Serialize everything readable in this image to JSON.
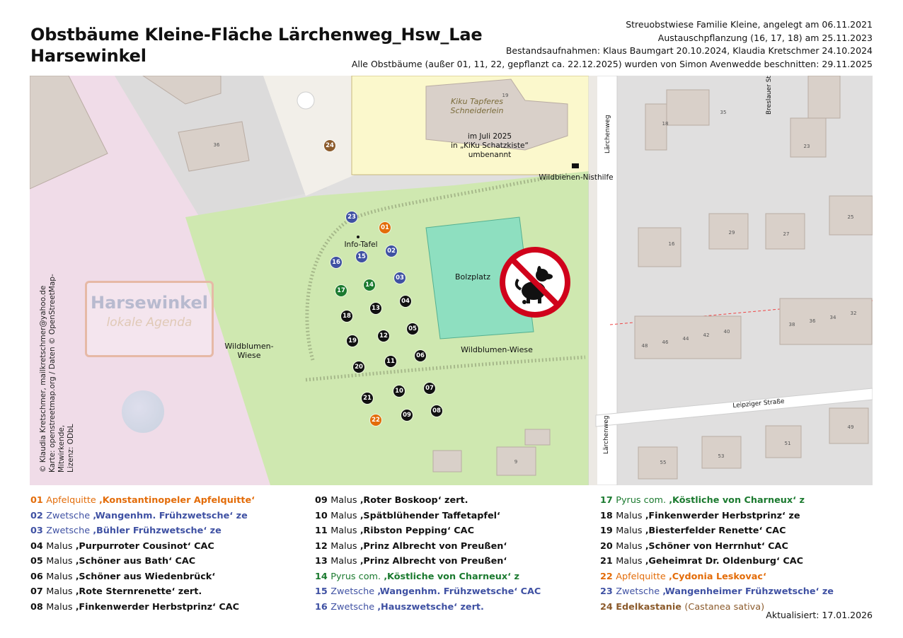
{
  "title": {
    "line1": "Obstbäume Kleine-Fläche Lärchenweg_Hsw_Lae",
    "line2": "Harsewinkel"
  },
  "info_lines": [
    "Streuobstwiese Familie Kleine, angelegt am 06.11.2021",
    "Austauschpflanzung (16, 17, 18) am 25.11.2023",
    "Bestandsaufnahmen: Klaus Baumgart 20.10.2024, Klaudia Kretschmer 24.10.2024",
    "Alle Obstbäume (außer 01, 11, 22, gepflanzt ca. 22.12.2025) wurden von Simon Avenwedde beschnitten: 29.11.2025"
  ],
  "map": {
    "labels": {
      "kiku": "Kiku Tapferes\nSchneiderlein",
      "renamed_1": "im Juli 2025",
      "renamed_2": "in „KiKu Schatzkiste“",
      "renamed_3": "umbenannt",
      "nisthilfe": "Wildbienen-Nisthilfe",
      "info_tafel": "Info-Tafel",
      "bolzplatz": "Bolzplatz",
      "wiese_left_1": "Wildblumen-",
      "wiese_left_2": "Wiese",
      "wiese_bottom": "Wildblumen-Wiese",
      "street_laerchenweg": "Lärchenweg",
      "street_leipziger": "Leipziger Straße",
      "street_breslauer": "Breslauer Str",
      "logo_line1": "Harsewinkel",
      "logo_line2": "lokale Agenda"
    },
    "building_numbers": [
      "19",
      "36",
      "35",
      "18",
      "23",
      "16",
      "29",
      "27",
      "25",
      "48",
      "46",
      "44",
      "42",
      "40",
      "38",
      "36",
      "34",
      "32",
      "55",
      "53",
      "51",
      "49",
      "9"
    ],
    "markers": [
      {
        "id": "01",
        "color": "#e36c09"
      },
      {
        "id": "02",
        "color": "#3f51a3"
      },
      {
        "id": "03",
        "color": "#3f51a3"
      },
      {
        "id": "04",
        "color": "#111111"
      },
      {
        "id": "05",
        "color": "#111111"
      },
      {
        "id": "06",
        "color": "#111111"
      },
      {
        "id": "07",
        "color": "#111111"
      },
      {
        "id": "08",
        "color": "#111111"
      },
      {
        "id": "09",
        "color": "#111111"
      },
      {
        "id": "10",
        "color": "#111111"
      },
      {
        "id": "11",
        "color": "#111111"
      },
      {
        "id": "12",
        "color": "#111111"
      },
      {
        "id": "13",
        "color": "#111111"
      },
      {
        "id": "14",
        "color": "#1b7a2f"
      },
      {
        "id": "15",
        "color": "#3f51a3"
      },
      {
        "id": "16",
        "color": "#3f51a3"
      },
      {
        "id": "17",
        "color": "#1b7a2f"
      },
      {
        "id": "18",
        "color": "#111111"
      },
      {
        "id": "19",
        "color": "#111111"
      },
      {
        "id": "20",
        "color": "#111111"
      },
      {
        "id": "21",
        "color": "#111111"
      },
      {
        "id": "22",
        "color": "#e36c09"
      },
      {
        "id": "23",
        "color": "#3f51a3"
      },
      {
        "id": "24",
        "color": "#8b5a2b"
      }
    ],
    "credit": "© Klaudia Kretschmer, mailkretschmer@yahoo.de\nKarte: openstreetmap.org / Daten © OpenStreetMap-Mitwirkende,\nLizenz: ODbL",
    "colors": {
      "meadow": "#cfe8b0",
      "school": "#fbf8cc",
      "pitch": "#8edfc0",
      "building": "#d9d0c9",
      "residential": "#e0dfdf",
      "pink": "#f0dce8"
    }
  },
  "legend": {
    "col1": [
      {
        "num": "01",
        "species": "Apfelquitte",
        "variety": "‚Konstantinopeler Apfelquitte‘",
        "suffix": "",
        "color": "#e36c09"
      },
      {
        "num": "02",
        "species": "Zwetsche",
        "variety": "‚Wangenhm. Frühzwetsche‘",
        "suffix": "ze",
        "color": "#3f51a3"
      },
      {
        "num": "03",
        "species": "Zwetsche",
        "variety": "‚Bühler Frühzwetsche‘",
        "suffix": "ze",
        "color": "#3f51a3"
      },
      {
        "num": "04",
        "species": "Malus",
        "variety": "‚Purpurroter Cousinot‘",
        "suffix": "CAC",
        "color": "#111111"
      },
      {
        "num": "05",
        "species": "Malus",
        "variety": "‚Schöner aus Bath‘",
        "suffix": "CAC",
        "color": "#111111"
      },
      {
        "num": "06",
        "species": "Malus",
        "variety": "‚Schöner aus Wiedenbrück‘",
        "suffix": "",
        "color": "#111111"
      },
      {
        "num": "07",
        "species": "Malus",
        "variety": "‚Rote Sternrenette‘",
        "suffix": "zert.",
        "color": "#111111"
      },
      {
        "num": "08",
        "species": "Malus",
        "variety": "‚Finkenwerder Herbstprinz‘",
        "suffix": "CAC",
        "color": "#111111"
      }
    ],
    "col2": [
      {
        "num": "09",
        "species": "Malus",
        "variety": "‚Roter Boskoop‘",
        "suffix": "zert.",
        "color": "#111111"
      },
      {
        "num": "10",
        "species": "Malus",
        "variety": "‚Spätblühender Taffetapfel‘",
        "suffix": "",
        "color": "#111111"
      },
      {
        "num": "11",
        "species": "Malus",
        "variety": "‚Ribston Pepping‘",
        "suffix": "CAC",
        "color": "#111111"
      },
      {
        "num": "12",
        "species": "Malus",
        "variety": "‚Prinz Albrecht von Preußen‘",
        "suffix": "",
        "color": "#111111"
      },
      {
        "num": "13",
        "species": "Malus",
        "variety": "‚Prinz Albrecht von Preußen‘",
        "suffix": "",
        "color": "#111111"
      },
      {
        "num": "14",
        "species": "Pyrus com.",
        "variety": "‚Köstliche von Charneux‘",
        "suffix": "z",
        "color": "#1b7a2f"
      },
      {
        "num": "15",
        "species": "Zwetsche",
        "variety": "‚Wangenhm. Frühzwetsche‘",
        "suffix": "CAC",
        "color": "#3f51a3"
      },
      {
        "num": "16",
        "species": "Zwetsche",
        "variety": "‚Hauszwetsche‘",
        "suffix": "zert.",
        "color": "#3f51a3"
      }
    ],
    "col3": [
      {
        "num": "17",
        "species": "Pyrus com.",
        "variety": "‚Köstliche von Charneux‘",
        "suffix": "z",
        "color": "#1b7a2f"
      },
      {
        "num": "18",
        "species": "Malus",
        "variety": "‚Finkenwerder Herbstprinz‘",
        "suffix": "ze",
        "color": "#111111"
      },
      {
        "num": "19",
        "species": "Malus",
        "variety": "‚Biesterfelder Renette‘",
        "suffix": "CAC",
        "color": "#111111"
      },
      {
        "num": "20",
        "species": "Malus",
        "variety": "‚Schöner von Herrnhut‘",
        "suffix": "CAC",
        "color": "#111111"
      },
      {
        "num": "21",
        "species": "Malus",
        "variety": "‚Geheimrat Dr. Oldenburg‘",
        "suffix": "CAC",
        "color": "#111111"
      },
      {
        "num": "22",
        "species": "Apfelquitte",
        "variety": "‚Cydonia Leskovac‘",
        "suffix": "",
        "color": "#e36c09"
      },
      {
        "num": "23",
        "species": "Zwetsche",
        "variety": "‚Wangenheimer Frühzwetsche‘",
        "suffix": "ze",
        "color": "#3f51a3"
      },
      {
        "num": "24",
        "species": "Edelkastanie",
        "variety": "(Castanea sativa)",
        "suffix": "",
        "color": "#8b5a2b"
      }
    ]
  },
  "updated": "Aktualisiert: 17.01.2026"
}
